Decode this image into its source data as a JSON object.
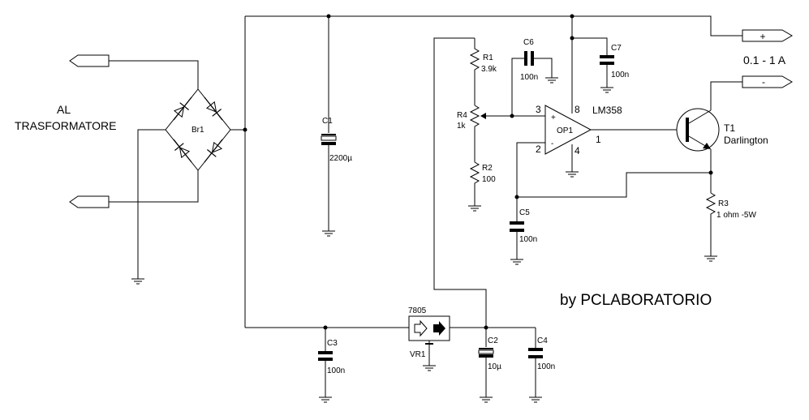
{
  "labels": {
    "input_label_line1": "AL",
    "input_label_line2": "TRASFORMATORE",
    "output_plus": "+",
    "output_minus": "-",
    "output_range": "0.1 - 1 A",
    "credit": "by PCLABORATORIO",
    "opamp_part": "LM358"
  },
  "components": {
    "br1": {
      "ref": "Br1"
    },
    "c1": {
      "ref": "C1",
      "value": "2200µ"
    },
    "c2": {
      "ref": "C2",
      "value": "10µ"
    },
    "c3": {
      "ref": "C3",
      "value": "100n"
    },
    "c4": {
      "ref": "C4",
      "value": "100n"
    },
    "c5": {
      "ref": "C5",
      "value": "100n"
    },
    "c6": {
      "ref": "C6",
      "value": "100n"
    },
    "c7": {
      "ref": "C7",
      "value": "100n"
    },
    "r1": {
      "ref": "R1",
      "value": "3.9k"
    },
    "r2": {
      "ref": "R2",
      "value": "100"
    },
    "r3": {
      "ref": "R3",
      "value": "1 ohm -5W"
    },
    "r4": {
      "ref": "R4",
      "value": "1k"
    },
    "vr1": {
      "ref": "VR1",
      "part": "7805"
    },
    "op1": {
      "ref": "OP1",
      "pin_plus": "3",
      "pin_minus": "2",
      "pin_vcc": "8",
      "pin_gnd": "4",
      "pin_out": "1",
      "sign_plus": "+",
      "sign_minus": "-"
    },
    "t1": {
      "ref": "T1",
      "type": "Darlington"
    }
  }
}
